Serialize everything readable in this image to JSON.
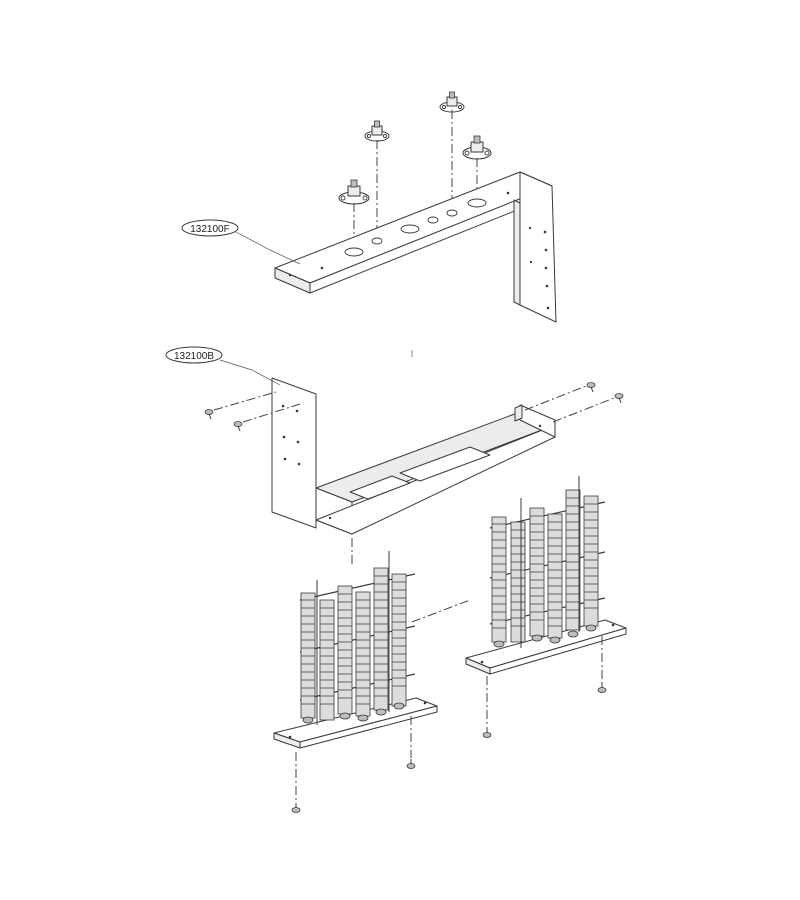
{
  "callouts": [
    {
      "id": "top_bracket",
      "text": "132100F"
    },
    {
      "id": "bottom_bracket",
      "text": "132100B"
    }
  ],
  "parts": {
    "thermostats": 4,
    "mounting_screws": 8,
    "element_assemblies": 2
  },
  "colors": {
    "line": "#3a3a3a",
    "background": "#ffffff"
  }
}
